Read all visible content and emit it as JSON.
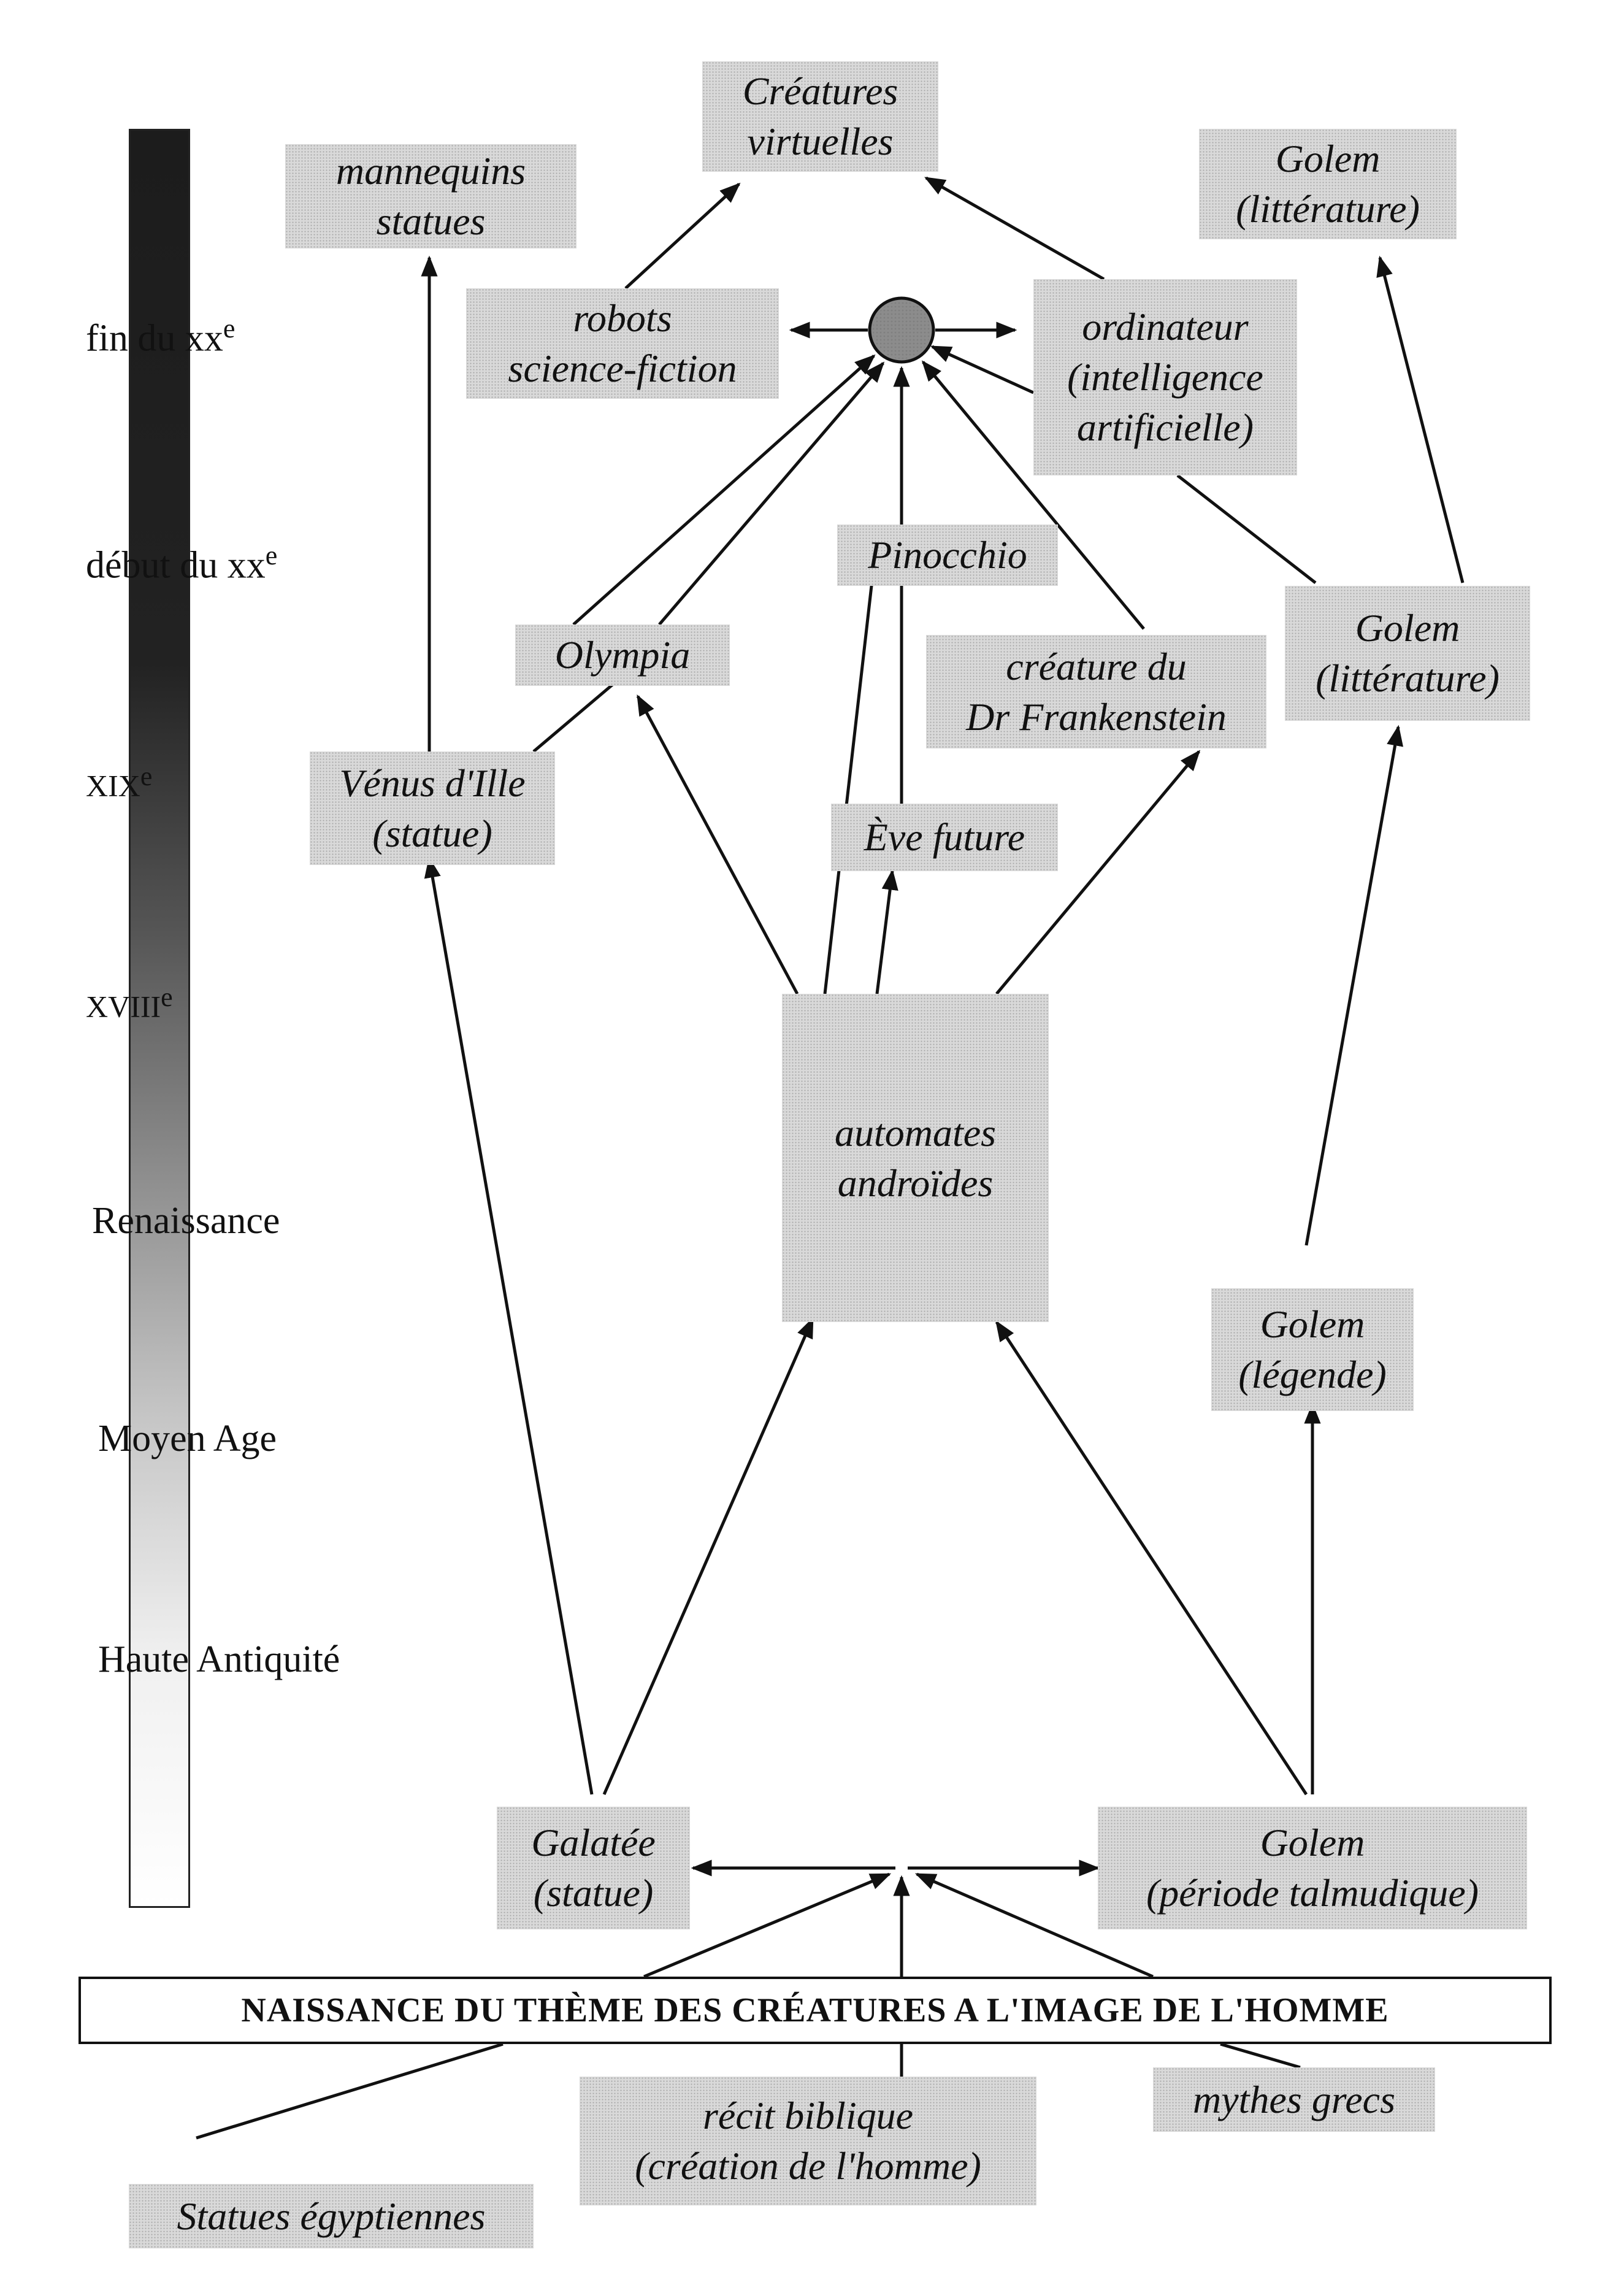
{
  "title": "NAISSANCE DU THÈME DES CRÉATURES A L'IMAGE DE L'HOMME",
  "timeline": {
    "fin_xx": "fin du xx",
    "debut_xx": "début du xx",
    "xix": "XIX",
    "xviii": "XVIII",
    "sup_e": "e",
    "renaissance": "Renaissance",
    "moyen_age": "Moyen Age",
    "haute_antiquite": "Haute Antiquité"
  },
  "nodes": {
    "creatures_virtuelles": [
      "Créatures",
      "virtuelles"
    ],
    "mannequins": [
      "mannequins",
      "statues"
    ],
    "golem_litt_top": [
      "Golem",
      "(littérature)"
    ],
    "robots": [
      "robots",
      "science-fiction"
    ],
    "ordinateur": [
      "ordinateur",
      "(intelligence",
      "artificielle)"
    ],
    "pinocchio": [
      "Pinocchio"
    ],
    "olympia": [
      "Olympia"
    ],
    "frankenstein": [
      "créature du",
      "Dr Frankenstein"
    ],
    "golem_litt_mid": [
      "Golem",
      "(littérature)"
    ],
    "venus": [
      "Vénus d'Ille",
      "(statue)"
    ],
    "eve": [
      "Ève future"
    ],
    "automates": [
      "automates",
      "androïdes"
    ],
    "golem_legende": [
      "Golem",
      "(légende)"
    ],
    "galatee": [
      "Galatée",
      "(statue)"
    ],
    "golem_talmud": [
      "Golem",
      "(période talmudique)"
    ],
    "recit": [
      "récit biblique",
      "(création de l'homme)"
    ],
    "mythes": [
      "mythes grecs"
    ],
    "statues": [
      "Statues égyptiennes"
    ]
  }
}
